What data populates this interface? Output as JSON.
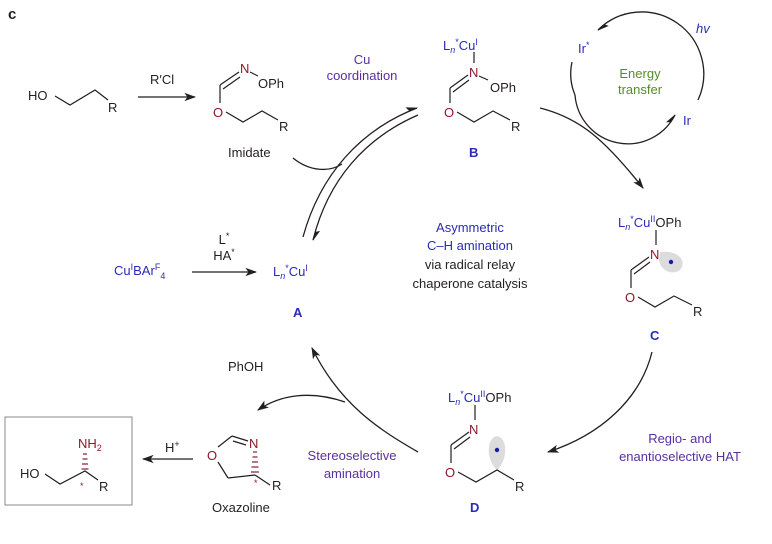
{
  "panel_label": "c",
  "colors": {
    "species_label": "#2b2bb8",
    "annotation": "#5a2f9e",
    "energy_transfer": "#5a8a2a",
    "heteroatom": "#8b1a2b",
    "radical_shade": "#dcdcdc"
  },
  "starting_material": {
    "ho": "HO",
    "r": "R"
  },
  "step1_reagent": "R′Cl",
  "imidate": {
    "n": "N",
    "oph": "OPh",
    "o": "O",
    "r": "R",
    "name": "Imidate"
  },
  "cu_coordination": {
    "line1": "Cu",
    "line2": "coordination"
  },
  "species_B": {
    "cu": "Ln*CuI",
    "n": "N",
    "oph": "OPh",
    "o": "O",
    "r": "R",
    "label": "B"
  },
  "photocycle": {
    "ir_star": "Ir*",
    "hv": "hv",
    "ir": "Ir",
    "center_line1": "Energy",
    "center_line2": "transfer"
  },
  "precatalyst": {
    "name": "CuIBArF4",
    "reagent1": "L*",
    "reagent2": "HA*"
  },
  "species_A": {
    "cu": "Ln*CuI",
    "label": "A"
  },
  "center_text": {
    "line1": "Asymmetric",
    "line2": "C–H amination",
    "line3": "via radical relay",
    "line4": "chaperone catalysis"
  },
  "species_C": {
    "cu": "Ln*CuIIOPh",
    "n": "N",
    "o": "O",
    "r": "R",
    "label": "C"
  },
  "hat_text": {
    "line1": "Regio- and",
    "line2": "enantioselective HAT"
  },
  "species_D": {
    "cu": "Ln*CuIIOPh",
    "n": "N",
    "o": "O",
    "r": "R",
    "label": "D"
  },
  "byproduct": "PhOH",
  "amination_text": {
    "line1": "Stereoselective",
    "line2": "amination"
  },
  "oxazoline": {
    "o": "O",
    "n": "N",
    "r": "R",
    "star": "*",
    "name": "Oxazoline"
  },
  "acid": "H+",
  "product": {
    "nh2": "NH2",
    "ho": "HO",
    "r": "R",
    "star": "*"
  }
}
